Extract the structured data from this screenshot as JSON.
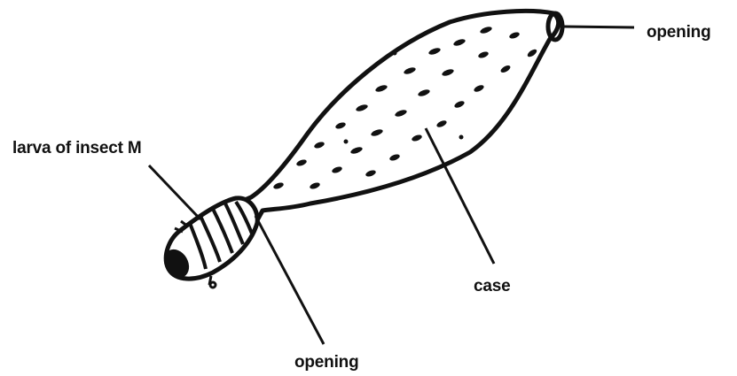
{
  "diagram": {
    "labels": {
      "opening_top": "opening",
      "larva": "larva of insect M",
      "case": "case",
      "opening_bottom": "opening"
    }
  }
}
